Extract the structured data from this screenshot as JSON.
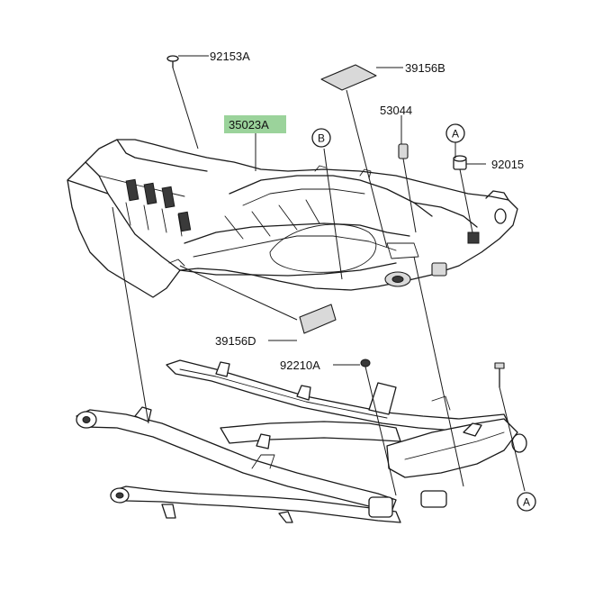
{
  "labels": {
    "p92153A": "92153A",
    "p39156B": "39156B",
    "p35023A": "35023A",
    "p53044": "53044",
    "p92015": "92015",
    "p39156D": "39156D",
    "p92210A": "92210A"
  },
  "markers": {
    "a_top": "A",
    "b": "B",
    "a_bottom": "A"
  },
  "highlight_color": "#9bd39b"
}
